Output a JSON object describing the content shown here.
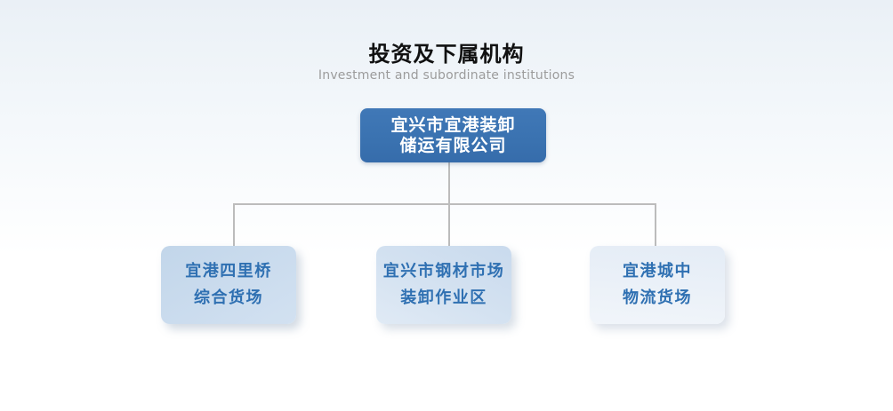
{
  "header": {
    "title": "投资及下属机构",
    "subtitle": "Investment and subordinate institutions"
  },
  "org_chart": {
    "root": {
      "line1": "宜兴市宜港装卸",
      "line2": "储运有限公司"
    },
    "children": [
      {
        "line1": "宜港四里桥",
        "line2": "综合货场"
      },
      {
        "line1": "宜兴市钢材市场",
        "line2": "装卸作业区"
      },
      {
        "line1": "宜港城中",
        "line2": "物流货场"
      }
    ]
  },
  "colors": {
    "root_box": "#3a72b0",
    "root_text": "#ffffff",
    "child_box_left": "#c8daec",
    "child_box_middle": "#d2e0f0",
    "child_box_right": "#eaf0f8",
    "child_text": "#2f70b2",
    "connector": "#bcbcbc",
    "title_text": "#111111",
    "subtitle_text": "#9c9c9c",
    "background_top": "#eaf0f6",
    "background_bottom": "#ffffff"
  }
}
